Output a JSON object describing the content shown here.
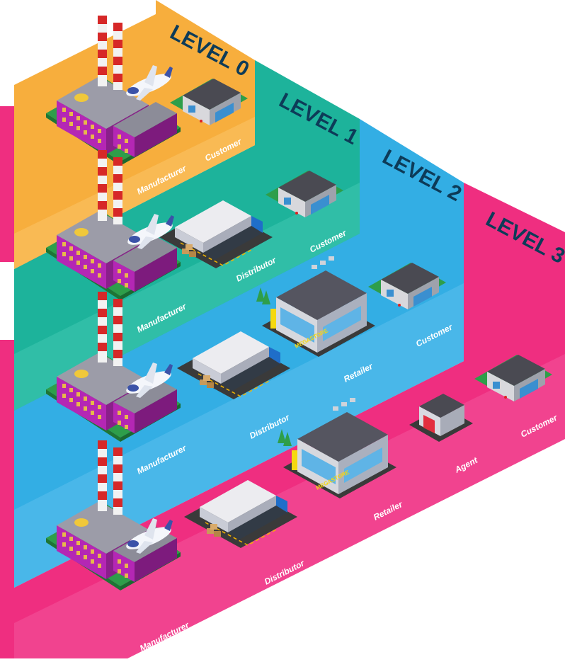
{
  "colors": {
    "level0": "#f7ae3d",
    "level1": "#1db39b",
    "level2": "#33aee4",
    "level3": "#ef2e80",
    "level_text": "#0d3b58",
    "factory": "#b427b4",
    "roof": "#8c8c98",
    "grass": "#2e9e4a",
    "road": "#3a3a3a",
    "truck_cab": "#1f6ec9"
  },
  "levels": [
    {
      "title": "LEVEL 0",
      "nodes": [
        "Manufacturer",
        "Customer"
      ]
    },
    {
      "title": "LEVEL 1",
      "nodes": [
        "Manufacturer",
        "Distributor",
        "Customer"
      ]
    },
    {
      "title": "LEVEL 2",
      "nodes": [
        "Manufacturer",
        "Distributor",
        "Retailer",
        "Customer"
      ]
    },
    {
      "title": "LEVEL 3",
      "nodes": [
        "Manufacturer",
        "Distributor",
        "Retailer",
        "Agent",
        "Customer"
      ]
    }
  ],
  "store_sign": "MEGASTORE",
  "icons": [
    "factory-icon",
    "airplane-icon",
    "truck-icon",
    "boxes-icon",
    "megastore-icon",
    "agent-shop-icon",
    "house-icon"
  ]
}
